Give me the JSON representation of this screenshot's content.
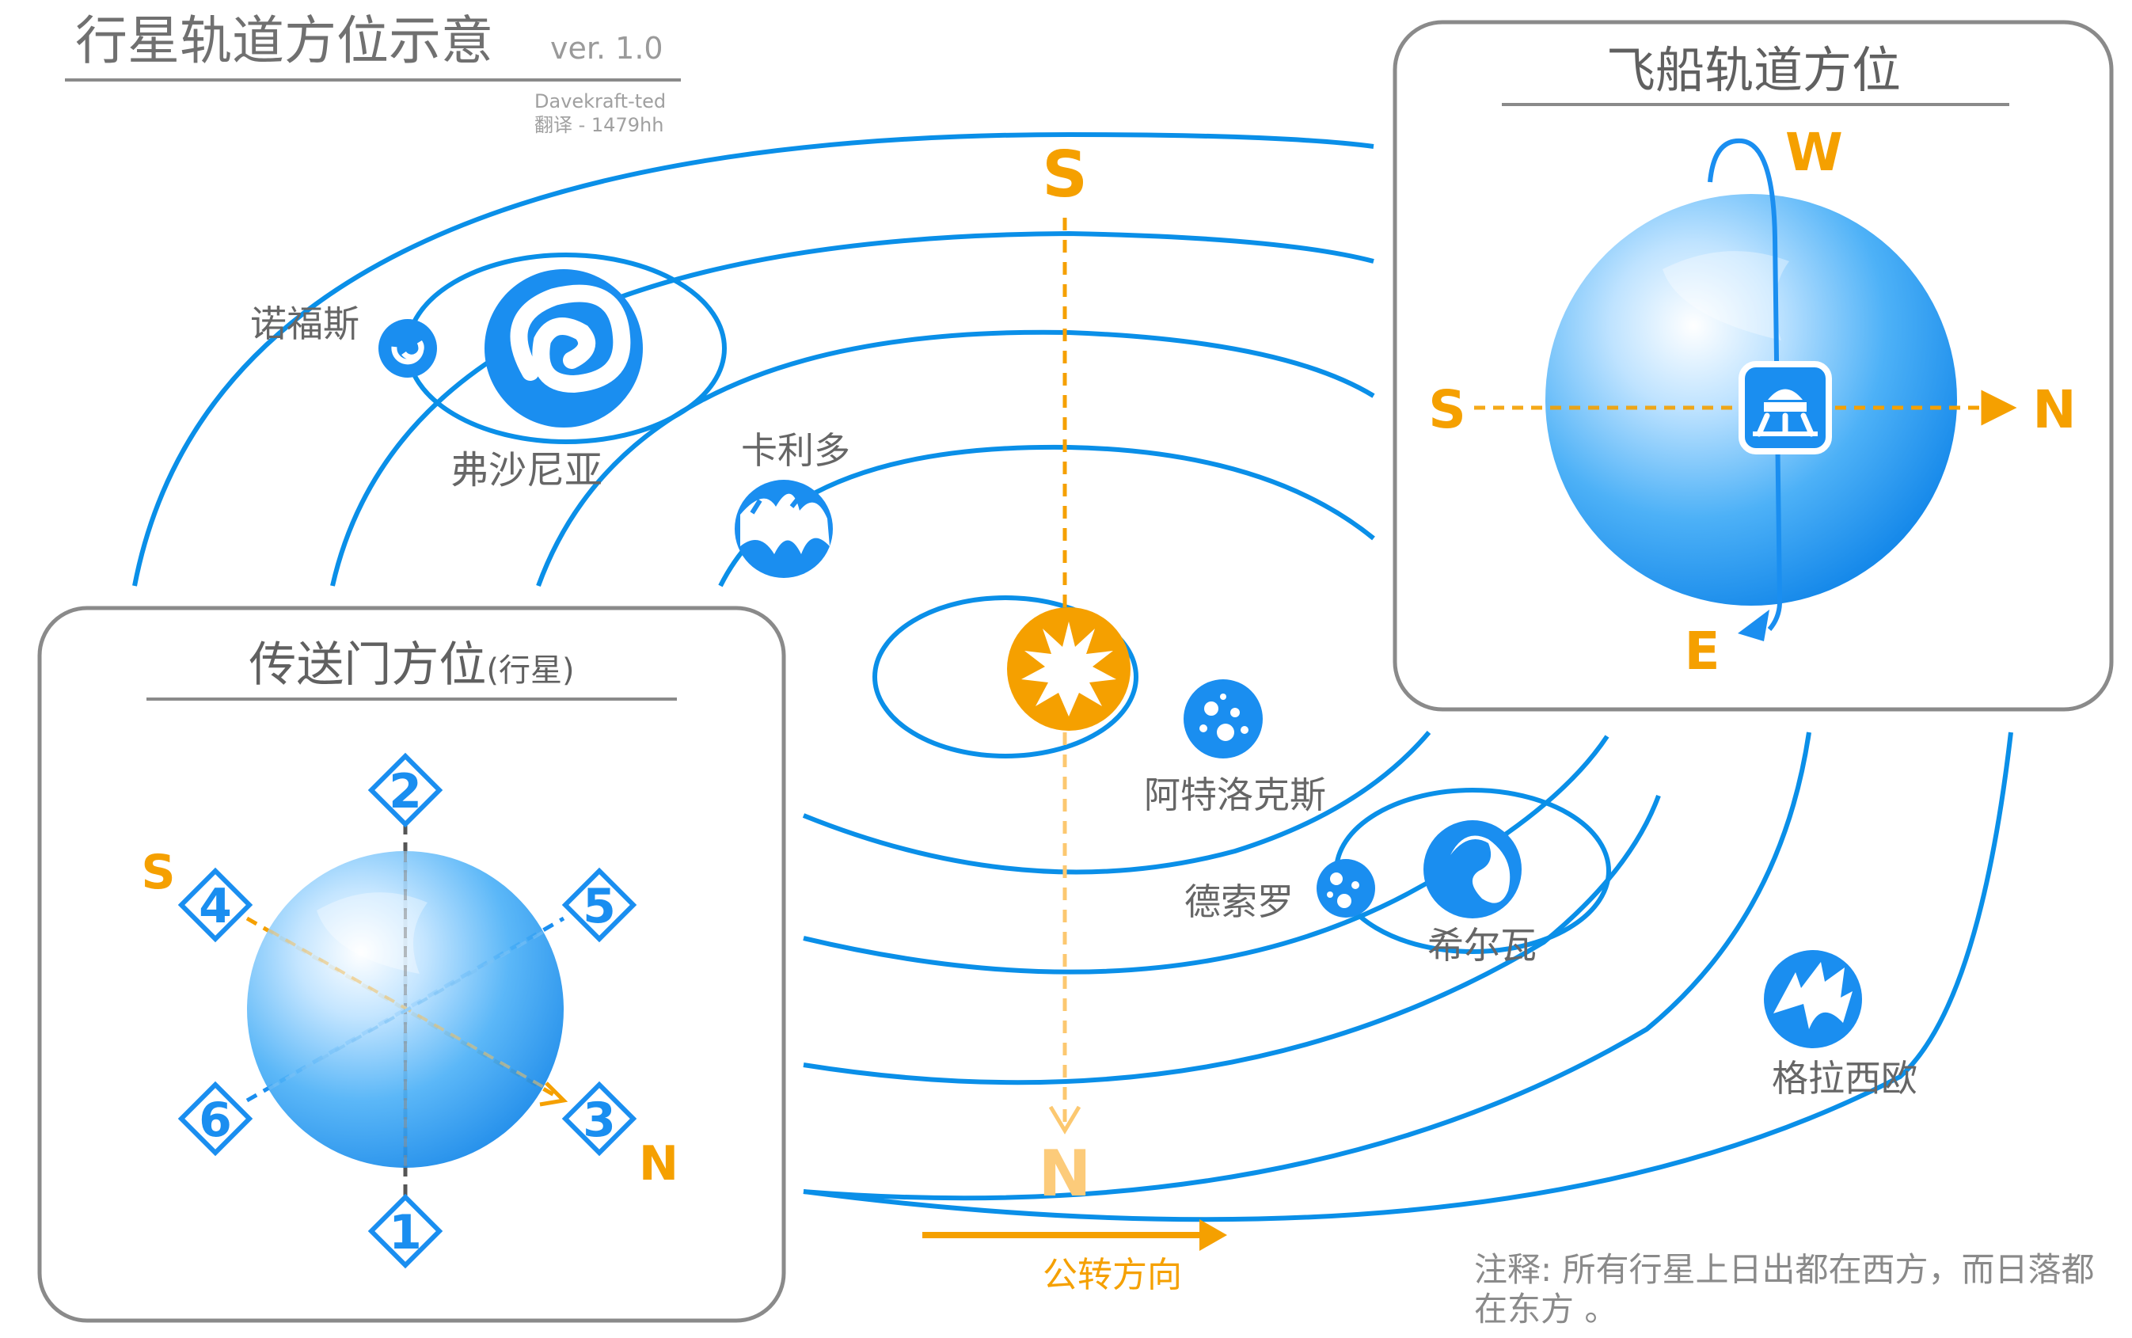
{
  "title": "行星轨道方位示意",
  "version": "ver. 1.0",
  "credit_author": "Davekraft-ted",
  "credit_translator": "翻译 - 1479hh",
  "colors": {
    "orbit_blue": "#0a8fe8",
    "planet_blue": "#1a8ef0",
    "accent_orange": "#f5a000",
    "frame_gray": "#8a8a8a",
    "text_gray": "#7a7a7a"
  },
  "main_axis": {
    "south": "S",
    "north": "N"
  },
  "revolution_label": "公转方向",
  "planets": {
    "norfs": "诺福斯",
    "fusanya": "弗沙尼亚",
    "calidor": "卡利多",
    "atrox": "阿特洛克斯",
    "desolo": "德索罗",
    "silva": "希尔瓦",
    "glacio": "格拉西欧"
  },
  "ship_panel": {
    "title": "飞船轨道方位",
    "dir_west": "W",
    "dir_south": "S",
    "dir_north": "N",
    "dir_east": "E",
    "ship_icon": "spaceship-icon"
  },
  "portal_panel": {
    "title": "传送门方位",
    "title_suffix": "(行星)",
    "dir_south": "S",
    "dir_north": "N",
    "portals": [
      "1",
      "2",
      "3",
      "4",
      "5",
      "6"
    ]
  },
  "note_line1": "注释: 所有行星上日出都在西方，而日落都",
  "note_line2": "在东方 。"
}
